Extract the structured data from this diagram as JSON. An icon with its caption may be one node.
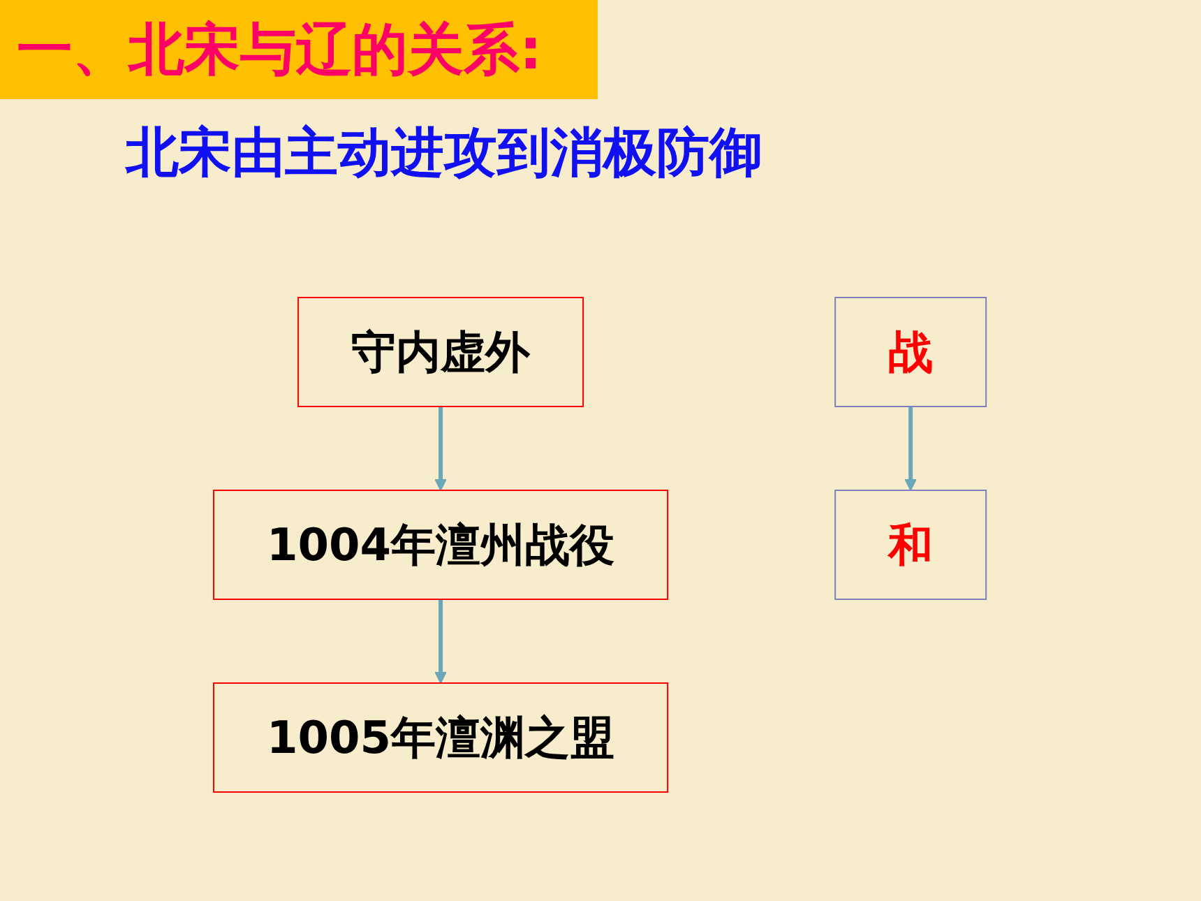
{
  "diagram": {
    "title": "一、北宋与辽的关系:",
    "nodes": [
      {
        "text": [
          "守内虚外"
        ]
      },
      {
        "text": [
          "1004年澶州战役"
        ]
      },
      {
        "text": [
          "1005年澶渊之盟"
        ]
      },
      {
        "text": [
          "战"
        ]
      },
      {
        "text": [
          "和"
        ]
      }
    ],
    "edges": [
      {
        "from": 0,
        "to": 1,
        "arrow": "to"
      },
      {
        "from": 1,
        "to": 2,
        "arrow": "to"
      },
      {
        "from": 3,
        "to": 4,
        "arrow": "to"
      }
    ],
    "labels": [
      "北宋由主动进攻到消极防御"
    ]
  }
}
